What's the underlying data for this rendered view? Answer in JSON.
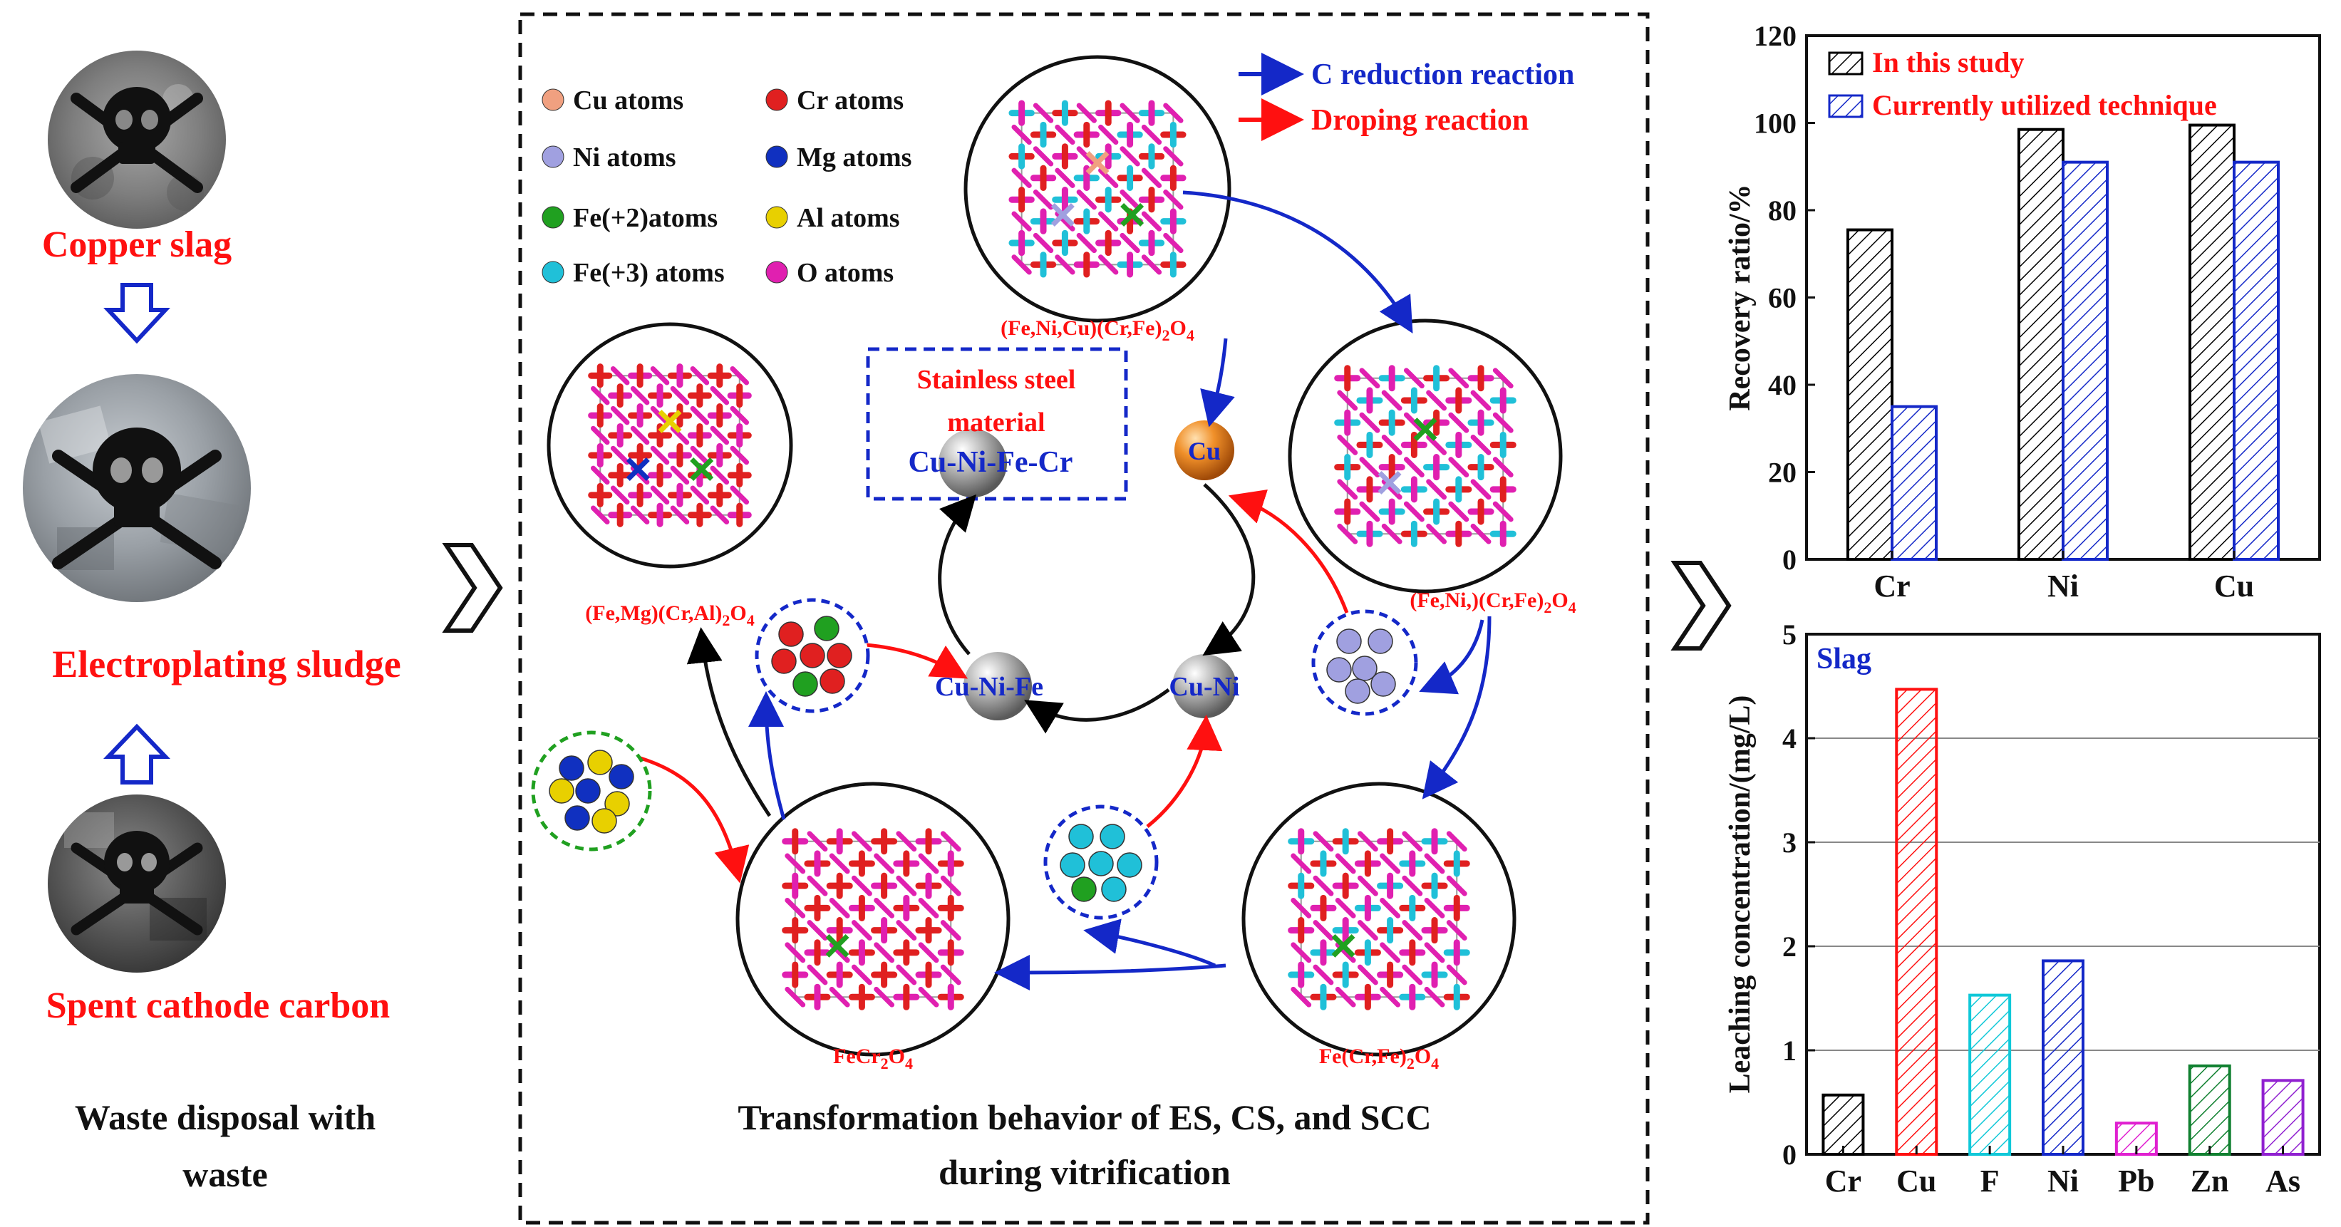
{
  "left_panel": {
    "items": [
      {
        "label": "Copper slag"
      },
      {
        "label": "Electroplating sludge"
      },
      {
        "label": "Spent cathode carbon"
      }
    ],
    "caption_line1": "Waste disposal with",
    "caption_line2": "waste"
  },
  "middle_panel": {
    "legend": [
      {
        "label": "Cu atoms",
        "color": "#f0a080"
      },
      {
        "label": "Cr atoms",
        "color": "#e02020"
      },
      {
        "label": "Ni atoms",
        "color": "#a0a0e0"
      },
      {
        "label": "Mg atoms",
        "color": "#1030c0"
      },
      {
        "label": "Fe(+2)atoms",
        "color": "#20a020"
      },
      {
        "label": "Al atoms",
        "color": "#e8d000"
      },
      {
        "label": "Fe(+3) atoms",
        "color": "#20c0d8"
      },
      {
        "label": "O atoms",
        "color": "#e020b0"
      }
    ],
    "reaction_legend": {
      "blue": "C reduction reaction",
      "red": "Droping reaction",
      "blue_color": "#1428c8",
      "red_color": "#ff1010"
    },
    "structure_labels": {
      "top": "(Fe,Ni,Cu)(Cr,Fe)",
      "top_sub1": "2",
      "top_end": "O",
      "top_sub2": "4",
      "left": "(Fe,Mg)(Cr,Al)",
      "left_sub1": "2",
      "left_end": "O",
      "left_sub2": "4",
      "right": "(Fe,Ni,)(Cr,Fe)",
      "right_sub1": "2",
      "right_end": "O",
      "right_sub2": "4",
      "bottom_right": "Fe(Cr,Fe)",
      "bottom_right_sub1": "2",
      "bottom_right_end": "O",
      "bottom_right_sub2": "4",
      "bottom_left": "FeCr",
      "bottom_left_sub1": "2",
      "bottom_left_end": "O",
      "bottom_left_sub2": "4"
    },
    "box_title_line1": "Stainless steel",
    "box_title_line2": "material",
    "box_alloy": "Cu-Ni-Fe-Cr",
    "sphere_cu": "Cu",
    "sphere_cuni": "Cu-Ni",
    "sphere_cunife": "Cu-Ni-Fe",
    "caption_line1": "Transformation behavior of ES, CS, and SCC",
    "caption_line2": "during vitrification"
  },
  "chart_data": [
    {
      "type": "bar",
      "categories": [
        "Cr",
        "Ni",
        "Cu"
      ],
      "series": [
        {
          "name": "In this study",
          "values": [
            75.5,
            98.5,
            99.5
          ],
          "color": "#000000"
        },
        {
          "name": "Currently utilized technique",
          "values": [
            35,
            91,
            91
          ],
          "color": "#1428c8"
        }
      ],
      "ylabel": "Recovery ratio/%",
      "ylim": [
        0,
        120
      ],
      "yticks": [
        "0",
        "20",
        "40",
        "60",
        "80",
        "100",
        "120"
      ],
      "legend_color": "#ff1010",
      "legend_position": "top-left"
    },
    {
      "type": "bar",
      "categories": [
        "Cr",
        "Cu",
        "F",
        "Ni",
        "Pb",
        "Zn",
        "As"
      ],
      "values": [
        0.57,
        4.47,
        1.53,
        1.86,
        0.3,
        0.85,
        0.71
      ],
      "colors": [
        "#000000",
        "#ff1010",
        "#10c8d8",
        "#1428c8",
        "#e020d0",
        "#108030",
        "#9020d0"
      ],
      "annotation": "Slag",
      "annotation_color": "#1428c8",
      "ylabel": "Leaching concentration/(mg/L)",
      "ylim": [
        0,
        5
      ],
      "yticks": [
        "0",
        "1",
        "2",
        "3",
        "4",
        "5"
      ],
      "grid": true
    }
  ]
}
